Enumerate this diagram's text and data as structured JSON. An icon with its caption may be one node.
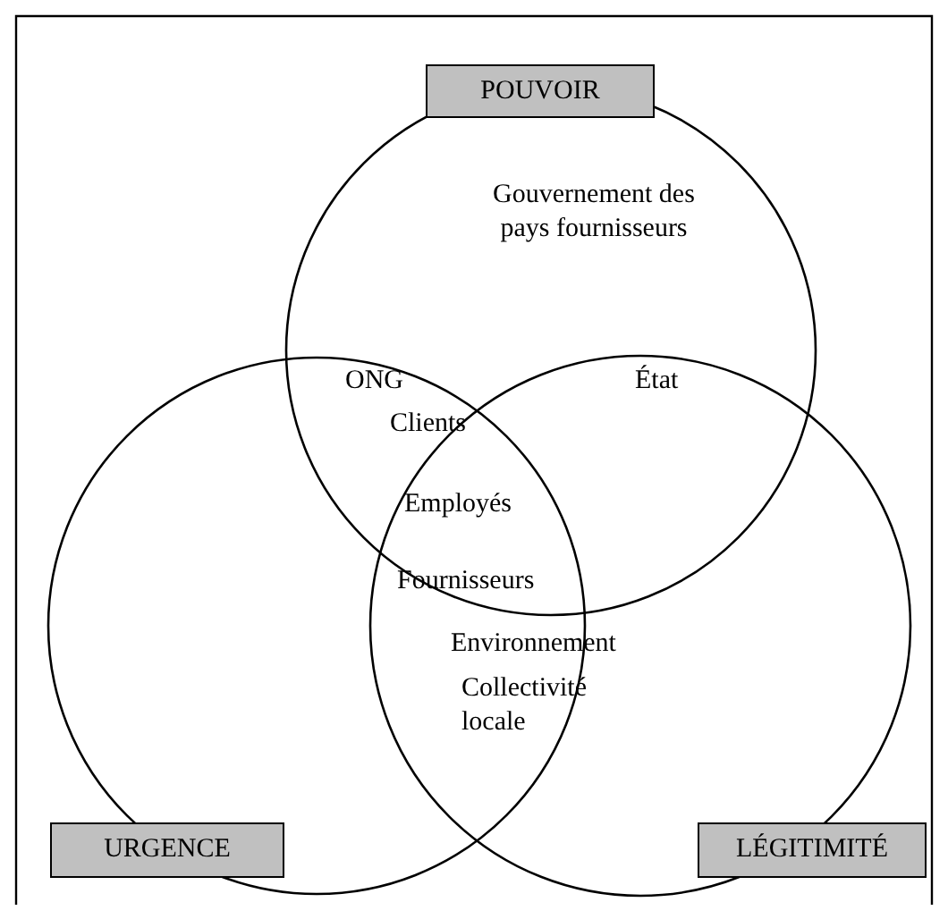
{
  "diagram": {
    "nodes": [
      {
        "text": [
          "POUVOIR"
        ]
      },
      {
        "text": [
          "URGENCE"
        ]
      },
      {
        "text": [
          "LÉGITIMITÉ"
        ]
      },
      {
        "text": [],
        "shape": "circle"
      },
      {
        "text": [],
        "shape": "circle"
      },
      {
        "text": [],
        "shape": "circle"
      }
    ],
    "labels": [
      "Gouvernement des pays fournisseurs",
      "ONG",
      "État",
      "Clients",
      "Employés",
      "Fournisseurs",
      "Environnement",
      "Collectivité locale"
    ]
  }
}
